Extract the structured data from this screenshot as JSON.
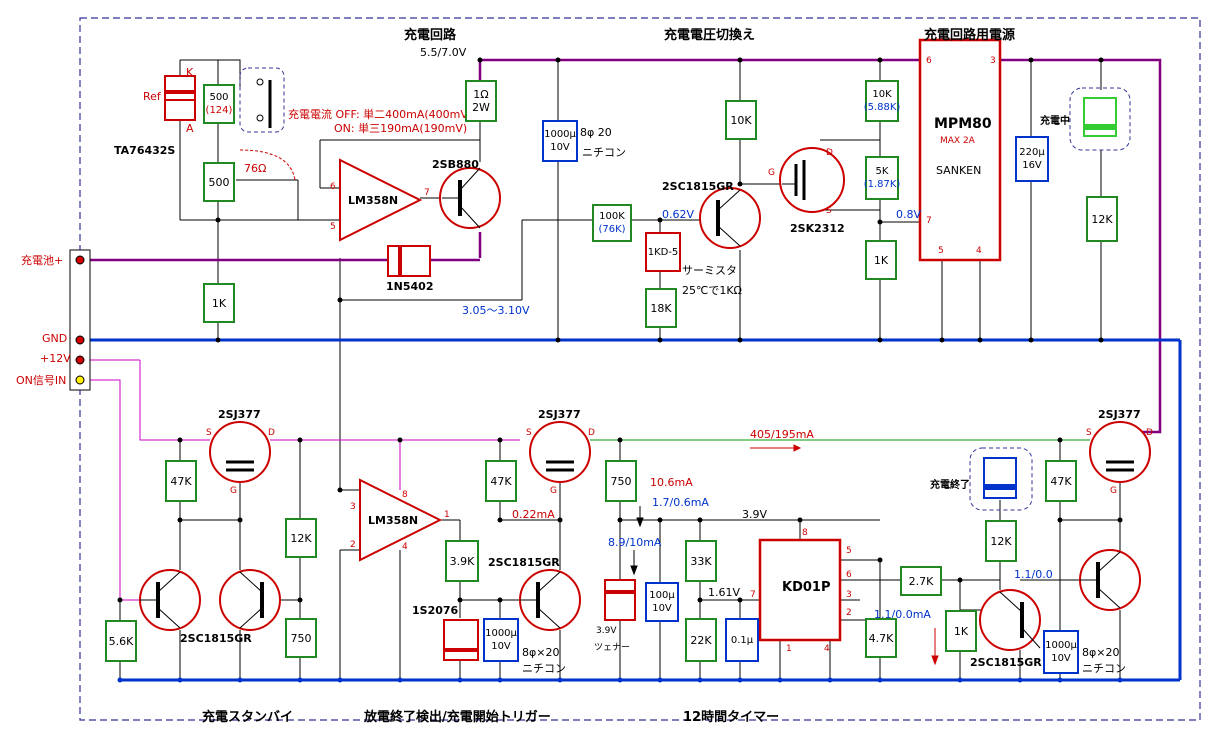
{
  "sections": {
    "charge_circuit": "充電回路",
    "voltage_switch": "充電電圧切換え",
    "power_supply": "充電回路用電源",
    "standby": "充電スタンバイ",
    "trigger": "放電終了検出/充電開始トリガー",
    "timer": "12時間タイマー"
  },
  "terminals": {
    "battery_plus": "充電池+",
    "gnd": "GND",
    "v12": "+12V",
    "on_signal": "ON信号IN"
  },
  "voltages": {
    "top_rail": "5.5/7.0V",
    "ref_range": "3.05～3.10V",
    "q_base": "0.62V",
    "reg_adj": "0.8V",
    "timer_supply": "3.9V",
    "kd_in": "1.61V",
    "out1": "1.1/0.0",
    "out2": "1.1/0.0mA"
  },
  "currents": {
    "main": "405/195mA",
    "i1": "10.6mA",
    "i2": "1.7/0.6mA",
    "i3": "8.9/10mA",
    "i4": "0.22mA"
  },
  "notes": {
    "charge_current": "充電電流 OFF: 単二400mA(400mV)",
    "charge_current2": "ON: 単三190mA(190mV)",
    "ohm76": "76Ω",
    "thermistor": "サーミスタ",
    "thermistor2": "25℃で1KΩ",
    "zener_v": "3.9V",
    "zener": "ツェナー",
    "charging": "充電中",
    "charge_end": "充電終了"
  },
  "parts": {
    "ta76432s": "TA76432S",
    "ref": "Ref",
    "k": "K",
    "a": "A",
    "lm358n_top": "LM358N",
    "lm358n_bot": "LM358N",
    "sb880": "2SB880",
    "d1n5402": "1N5402",
    "q1815_top": "2SC1815GR",
    "sk2312": "2SK2312",
    "mpm80": "MPM80",
    "mpm80_max": "MAX 2A",
    "sanken": "SANKEN",
    "sj377_1": "2SJ377",
    "sj377_2": "2SJ377",
    "sj377_3": "2SJ377",
    "q1815_stby": "2SC1815GR",
    "q1815_trig": "2SC1815GR",
    "q1815_out": "2SC1815GR",
    "s2076": "1S2076",
    "kd01p": "KD01P",
    "cap_8phi20": "8φ 20",
    "nichicon": "ニチコン",
    "cap_8x20a": "8φ×20",
    "nichicon2": "ニチコン",
    "cap_8x20b": "8φ×20",
    "nichicon3": "ニチコン"
  },
  "components": {
    "r500": "500",
    "r500b": "(124)",
    "r500_2": "500",
    "r1ohm": "1Ω",
    "r1ohm_w": "2W",
    "r1k_a": "1K",
    "r10k": "10K",
    "r10k_adj": "10K",
    "r10k_adj2": "(5.88K)",
    "r5k": "5K",
    "r5k2": "(1.87K)",
    "r1k_b": "1K",
    "r100k": "100K",
    "r100k2": "(76K)",
    "r1kd5": "1KD-5",
    "r18k": "18K",
    "c1000": "1000μ",
    "c1000v": "10V",
    "c220": "220μ",
    "c220v": "16V",
    "r12k_a": "12K",
    "r47k_a": "47K",
    "r5_6k": "5.6K",
    "r12k_b": "12K",
    "r750_a": "750",
    "r47k_b": "47K",
    "r3_9k": "3.9K",
    "c1000_b": "1000μ",
    "c1000_bv": "10V",
    "r750_b": "750",
    "r33k": "33K",
    "r22k": "22K",
    "c100": "100μ",
    "c100v": "10V",
    "c0_1": "0.1μ",
    "r4_7k": "4.7K",
    "r2_7k": "2.7K",
    "r1k_c": "1K",
    "r12k_c": "12K",
    "c1000_c": "1000μ",
    "c1000_cv": "10V",
    "r47k_c": "47K",
    "pin6": "6",
    "pin3": "3",
    "pin7": "7",
    "pin5": "5",
    "pin4": "4",
    "kd8": "8",
    "kd5": "5",
    "kd6": "6",
    "kd3": "3",
    "kd2": "2",
    "kd7": "7",
    "kd1": "1",
    "kd4": "4",
    "opa6": "6",
    "opa5": "5",
    "opa7": "7",
    "opb3": "3",
    "opb2": "2",
    "opb8": "8",
    "opb4": "4",
    "opb1": "1",
    "s1": "S",
    "d1": "D",
    "g1": "G",
    "s2": "S",
    "d2": "D",
    "g2": "G",
    "s3": "S",
    "d3": "D",
    "g3": "G",
    "gk": "G",
    "dk": "D",
    "sk": "S"
  }
}
